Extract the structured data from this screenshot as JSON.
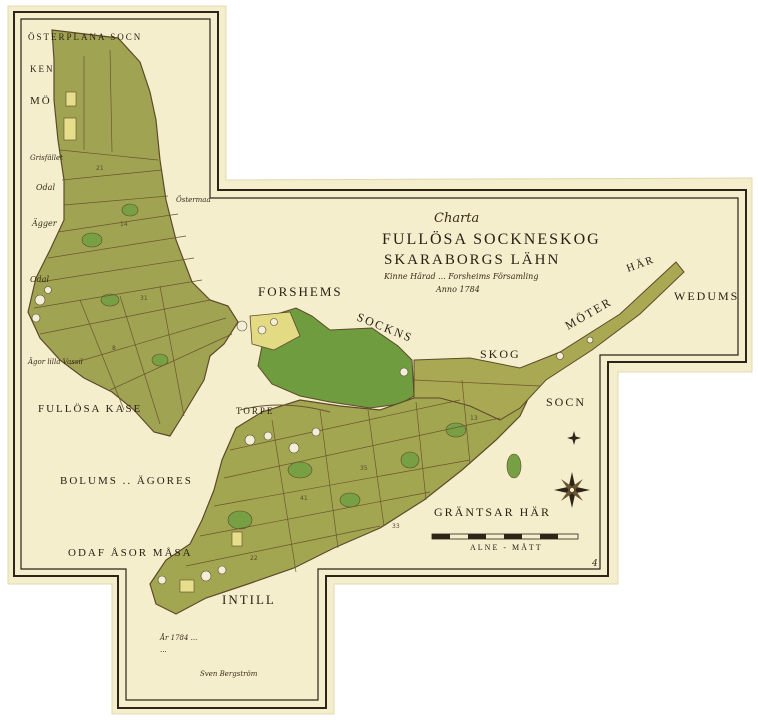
{
  "cartouche": {
    "line1": "Charta",
    "line2": "FULLÖSA SOCKNESKOG",
    "line3": "SKARABORGS LÄHN",
    "line4": "Kinne Härad ... Forsheims Församling",
    "line5": "Anno 1784"
  },
  "regions": {
    "osterplana": "ÖSTERPLANA SOCN",
    "ken": "KEN",
    "mo": "MÖ",
    "fullosa_kase": "FULLÖSA KASE",
    "bolums": "BOLUMS .. ÄGORES",
    "odafasor": "ODAF ÅSOR MÅSA",
    "intill": "INTILL",
    "forshems": "FORSHEMS",
    "socks": "SOCKNS",
    "skog": "SKOG",
    "moter": "MÖTER",
    "har": "HÄR",
    "wedums": "WEDUMS",
    "socn": "SOCN",
    "gransar": "GRÄNTSAR HÄR",
    "torpe": "TORPE"
  },
  "small_labels": {
    "odal": "Odal",
    "agger": "Ägger",
    "odal2": "Odal",
    "agor": "Ägor lilla Vassil",
    "grisfallet": "Grisfället",
    "ostermaa": "Östermaa"
  },
  "scale": {
    "label": "ALNE - MÅTT"
  },
  "note": {
    "line1": "År 1784 ...",
    "line2": "...",
    "line3": "Sven Bergström"
  },
  "page_number": "4",
  "colors": {
    "paper": "#f3edc9",
    "forest": "#9aa050",
    "forest_dark": "#7d8a3a",
    "meadow": "#6e9a3e",
    "ink": "#3a2a18",
    "yellow": "#e6dc8a"
  }
}
